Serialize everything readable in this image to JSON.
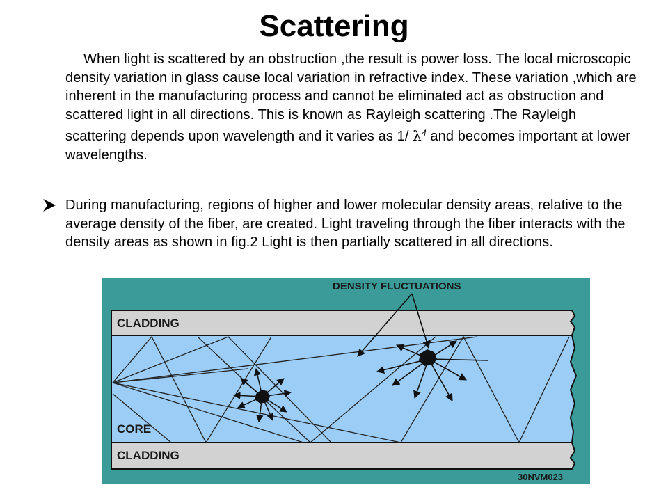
{
  "slide": {
    "title": "Scattering",
    "paragraph": {
      "before_lambda": "When light is scattered by an obstruction ,the result is power loss. The local microscopic density variation in glass cause local variation in refractive index. These variation ,which are inherent in the manufacturing process and cannot be eliminated act as obstruction and scattered light in all directions. This is known as Rayleigh scattering .The Rayleigh scattering depends upon wavelength and it varies as 1/ ",
      "lambda": "λ",
      "exponent": "4",
      "after_lambda": " and becomes important at lower wavelengths."
    },
    "bullet": {
      "icon": "arrowhead-bullet-icon",
      "text": "During manufacturing, regions of higher and lower molecular density areas, relative to the average density of the fiber, are created. Light traveling through the fiber interacts with the density areas as shown in fig.2 Light is then partially scattered in all directions."
    }
  },
  "figure": {
    "label_density": "DENSITY FLUCTUATIONS",
    "label_cladding_top": "CLADDING",
    "label_core": "CORE",
    "label_cladding_bottom": "CLADDING",
    "label_code": "30NVM023",
    "colors": {
      "frame": "#3a9b98",
      "cladding": "#d2d2d2",
      "core": "#9ccdf6",
      "ink": "#111111"
    }
  }
}
